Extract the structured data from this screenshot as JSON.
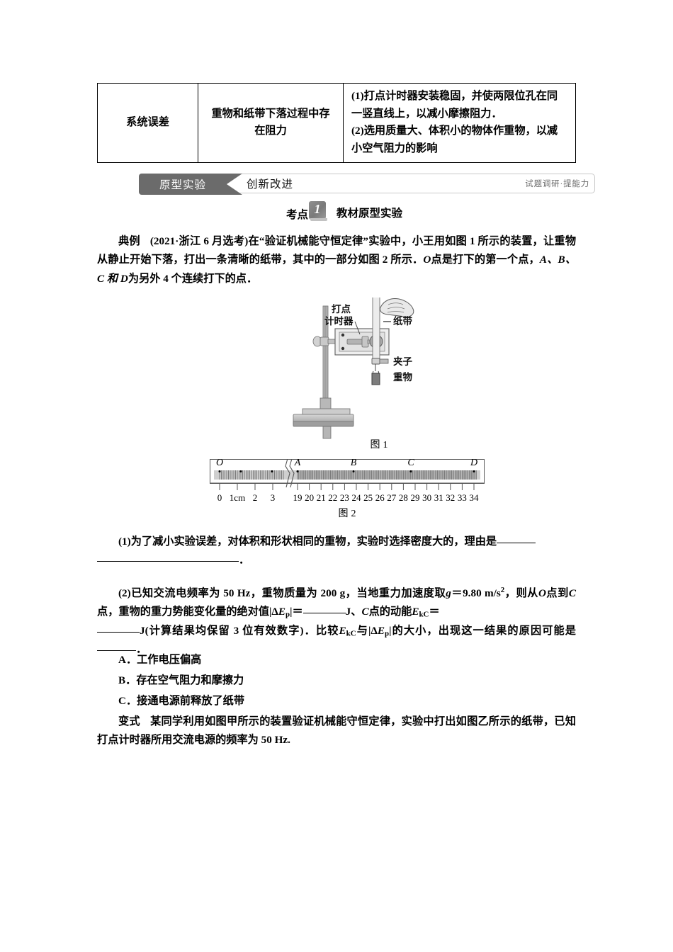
{
  "table": {
    "rows": [
      {
        "label": "系统误差",
        "cause": "重物和纸带下落过程中存在阻力",
        "cause_line1": "重物和纸带下落过程中存",
        "cause_line2": "在阻力",
        "measures": [
          "(1)打点计时器安装稳固，并使两限位孔在同",
          "一竖直线上，以减小摩擦阻力．",
          "(2)选用质量大、体积小的物体作重物，以减",
          "小空气阻力的影响"
        ]
      }
    ]
  },
  "banner": {
    "left_tab": "原型实验",
    "right_tab": "创新改进",
    "badge": "试题调研·提能力"
  },
  "kaodian": {
    "label": "考点",
    "number": "1",
    "title": "教材原型实验"
  },
  "example": {
    "tag": "典例",
    "source": "(2021·浙江 6 月选考)",
    "text_1": "在“验证机械能守恒定律”实验中，小王用如图 1 所示的装置，让重物从静止开始下落，打出一条清晰的纸带，其中的一部分如图 2 所示．",
    "point_O": "O",
    "text_2": "点是打下的第一个点，",
    "points": "A、B、C 和 D",
    "text_3": "为另外 4 个连续打下的点．"
  },
  "figure1": {
    "caption": "图",
    "caption_num": "1",
    "labels": {
      "timer_line1": "打点",
      "timer_line2": "计时器",
      "tape": "纸带",
      "clip": "夹子",
      "weight": "重物"
    }
  },
  "figure2": {
    "caption": "图",
    "caption_num": "2",
    "point_labels": [
      "O",
      "A",
      "B",
      "C",
      "D"
    ],
    "point_positions_cm": [
      0,
      19,
      23.4,
      28,
      33
    ],
    "unlabeled_dots_cm": [
      1.5,
      3.5
    ],
    "unit_label": "1cm",
    "tick_numbers_left": [
      "0",
      "1cm",
      "2",
      "3"
    ],
    "tick_numbers_right": [
      "19",
      "20",
      "21",
      "22",
      "23",
      "24",
      "25",
      "26",
      "27",
      "28",
      "29",
      "30",
      "31",
      "32",
      "33",
      "34"
    ],
    "break_between": "3 and 19"
  },
  "questions": {
    "q1": "(1)为了减小实验误差，对体积和形状相同的重物，实验时选择密度大的，理由是",
    "q1_end": "．",
    "q2_a": "(2)已知交流电频率为 50 Hz，重物质量为 200 g，当地重力加速度取",
    "q2_g": "g",
    "q2_b": "＝9.80 m/s",
    "q2_sup": "2",
    "q2_c": "，则从",
    "q2_O": "O",
    "q2_d": "点到",
    "q2_C": "C",
    "q2_e": "点，重物的重力势能变化量的绝对值|Δ",
    "q2_E": "E",
    "q2_Esub": "p",
    "q2_f": "|＝",
    "q2_unit1": "J、",
    "q2_C2": "C",
    "q2_g2": "点的动能",
    "q2_Ek": "E",
    "q2_Eksub": "kC",
    "q2_eq": "＝",
    "q2_unit2": "J(计算结果均保留 3 位有效数字)．比较",
    "q2_Ek2": "E",
    "q2_Ek2sub": "kC",
    "q2_h": "与|Δ",
    "q2_E2": "E",
    "q2_E2sub": "p",
    "q2_i": "|的大小，出现这一结果的原因可能是",
    "q2_end": "．",
    "options": [
      "A．工作电压偏高",
      "B．存在空气阻力和摩擦力",
      "C．接通电源前释放了纸带"
    ]
  },
  "variant": {
    "tag": "变式",
    "text": "某同学利用如图甲所示的装置验证机械能守恒定律，实验中打出如图乙所示的纸带，已知打点计时器所用交流电源的频率为 50 Hz."
  },
  "colors": {
    "banner_dark": "#6b6b6b",
    "banner_wedge": "#bdbdbd",
    "badge_text": "#6a6a6a",
    "ruler_fill": "#b0b0b0",
    "device_gray": "#a8a8a8"
  }
}
